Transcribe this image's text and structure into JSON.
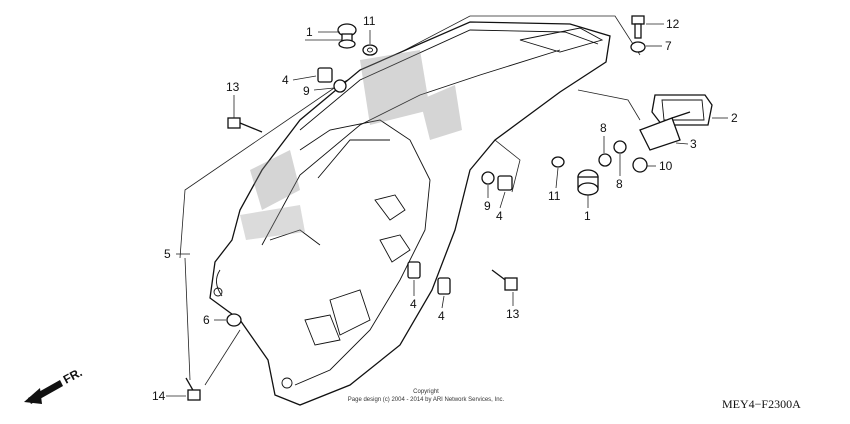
{
  "diagram": {
    "reference_code": "MEY4−F2300A",
    "direction_label": "FR.",
    "copyright_line1": "Copyright",
    "copyright_line2": "Page design (c) 2004 - 2014 by ARI Network Services, Inc.",
    "callouts": [
      {
        "id": "c1a",
        "label": "1"
      },
      {
        "id": "c11a",
        "label": "11"
      },
      {
        "id": "c12",
        "label": "12"
      },
      {
        "id": "c7",
        "label": "7"
      },
      {
        "id": "c4a",
        "label": "4"
      },
      {
        "id": "c9a",
        "label": "9"
      },
      {
        "id": "c13a",
        "label": "13"
      },
      {
        "id": "c2",
        "label": "2"
      },
      {
        "id": "c8a",
        "label": "8"
      },
      {
        "id": "c3",
        "label": "3"
      },
      {
        "id": "c8b",
        "label": "8"
      },
      {
        "id": "c10",
        "label": "10"
      },
      {
        "id": "c11b",
        "label": "11"
      },
      {
        "id": "c1b",
        "label": "1"
      },
      {
        "id": "c9b",
        "label": "9"
      },
      {
        "id": "c4b",
        "label": "4"
      },
      {
        "id": "c5",
        "label": "5"
      },
      {
        "id": "c4c",
        "label": "4"
      },
      {
        "id": "c4d",
        "label": "4"
      },
      {
        "id": "c13b",
        "label": "13"
      },
      {
        "id": "c6",
        "label": "6"
      },
      {
        "id": "c14",
        "label": "14"
      }
    ]
  }
}
